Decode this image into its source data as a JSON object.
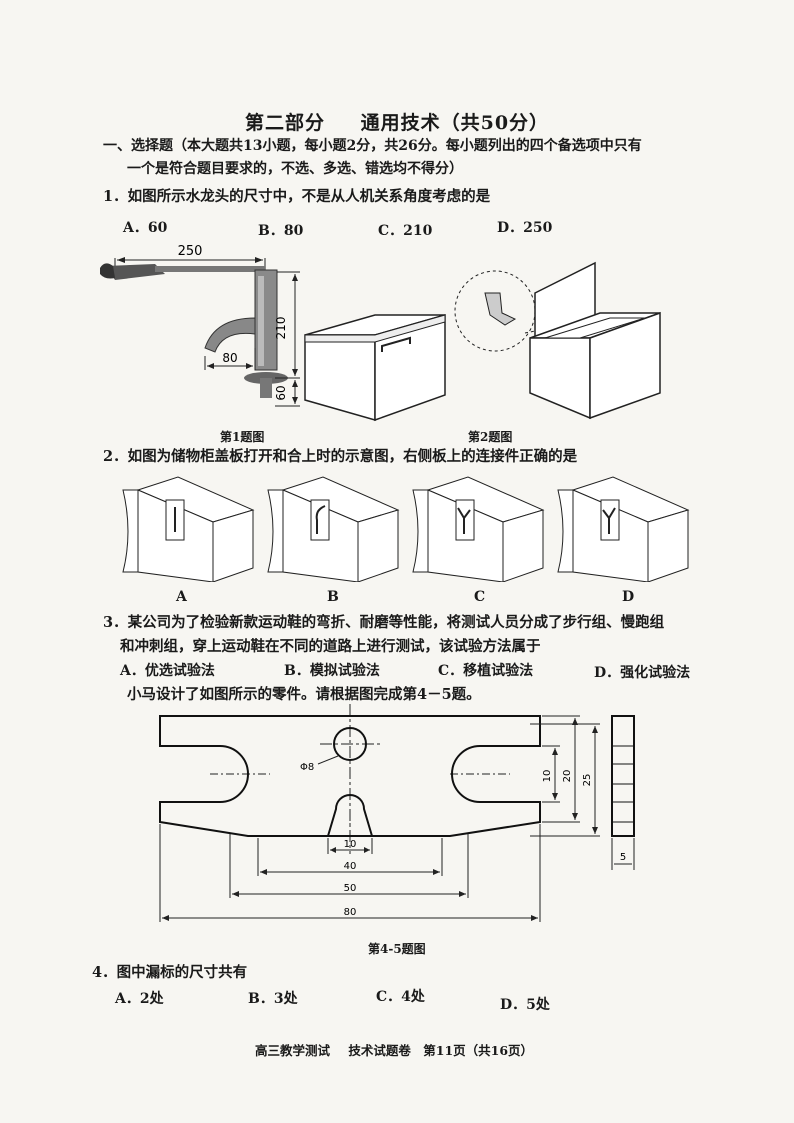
{
  "header": {
    "part": "第二部分",
    "subject": "通用技术（共50分）"
  },
  "section1": {
    "heading": "一、选择题（本大题共13小题，每小题2分，共26分。每小题列出的四个备选项中只有",
    "heading_cont": "一个是符合题目要求的，不选、多选、错选均不得分）"
  },
  "q1": {
    "stem": "1．如图所示水龙头的尺寸中，不是从人机关系角度考虑的是",
    "options": [
      "A．60",
      "B．80",
      "C．210",
      "D．250"
    ],
    "dims": [
      "250",
      "80",
      "210",
      "60"
    ]
  },
  "fig1_caption": "第1题图",
  "fig2_caption": "第2题图",
  "q2": {
    "stem": "2．如图为储物柜盖板打开和合上时的示意图，右侧板上的连接件正确的是",
    "figure_letters": [
      "A",
      "B",
      "C",
      "D"
    ]
  },
  "q3": {
    "stem": "3．某公司为了检验新款运动鞋的弯折、耐磨等性能，将测试人员分成了步行组、慢跑组",
    "stem_cont": "和冲刺组，穿上运动鞋在不同的道路上进行测试，该试验方法属于",
    "options": [
      "A．优选试验法",
      "B．模拟试验法",
      "C．移植试验法",
      "D．强化试验法"
    ]
  },
  "intro45": "小马设计了如图所示的零件。请根据图完成第4－5题。",
  "part_drawing": {
    "dims": [
      "Φ8",
      "10",
      "20",
      "25",
      "10",
      "40",
      "50",
      "80",
      "5"
    ]
  },
  "fig45_caption": "第4-5题图",
  "q4": {
    "stem": "4．图中漏标的尺寸共有",
    "options": [
      "A．2处",
      "B．3处",
      "C．4处",
      "D．5处"
    ]
  },
  "footer": {
    "exam": "高三教学测试",
    "paper": "技术试题卷",
    "page": "第11页（共16页）"
  }
}
